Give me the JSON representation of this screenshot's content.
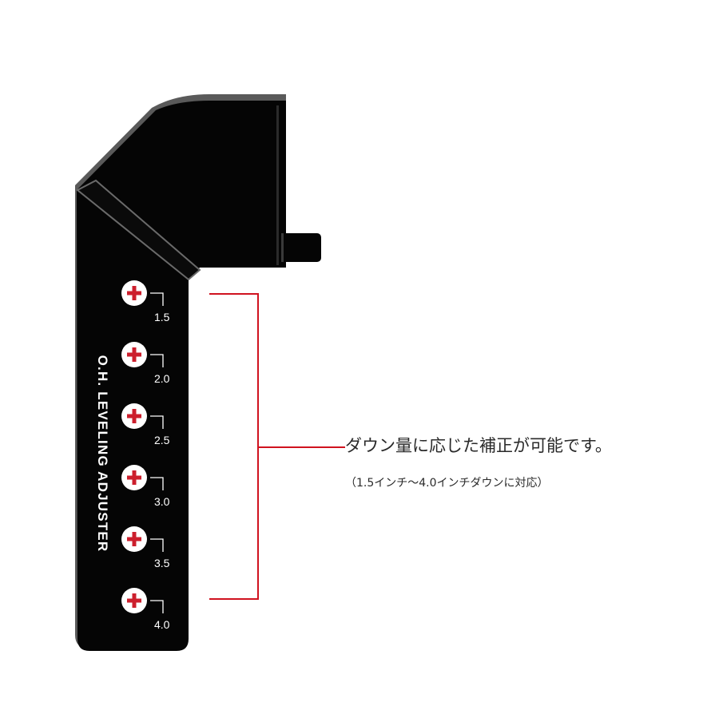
{
  "device": {
    "vertical_label": "O.H. LEVELING ADJUSTER",
    "body_color": "#050505",
    "edge_color": "#5a5a5a",
    "screw_color": "#cc1f2d",
    "positions": [
      {
        "icon": "plus-screw-icon",
        "label": "1.5"
      },
      {
        "icon": "plus-screw-icon",
        "label": "2.0"
      },
      {
        "icon": "plus-screw-icon",
        "label": "2.5"
      },
      {
        "icon": "plus-screw-icon",
        "label": "3.0"
      },
      {
        "icon": "plus-screw-icon",
        "label": "3.5"
      },
      {
        "icon": "plus-screw-icon",
        "label": "4.0"
      }
    ]
  },
  "callout": {
    "bracket_color": "#d0121f",
    "main_text": "ダウン量に応じた補正が可能です。",
    "sub_text": "（1.5インチ〜4.0インチダウンに対応）"
  }
}
